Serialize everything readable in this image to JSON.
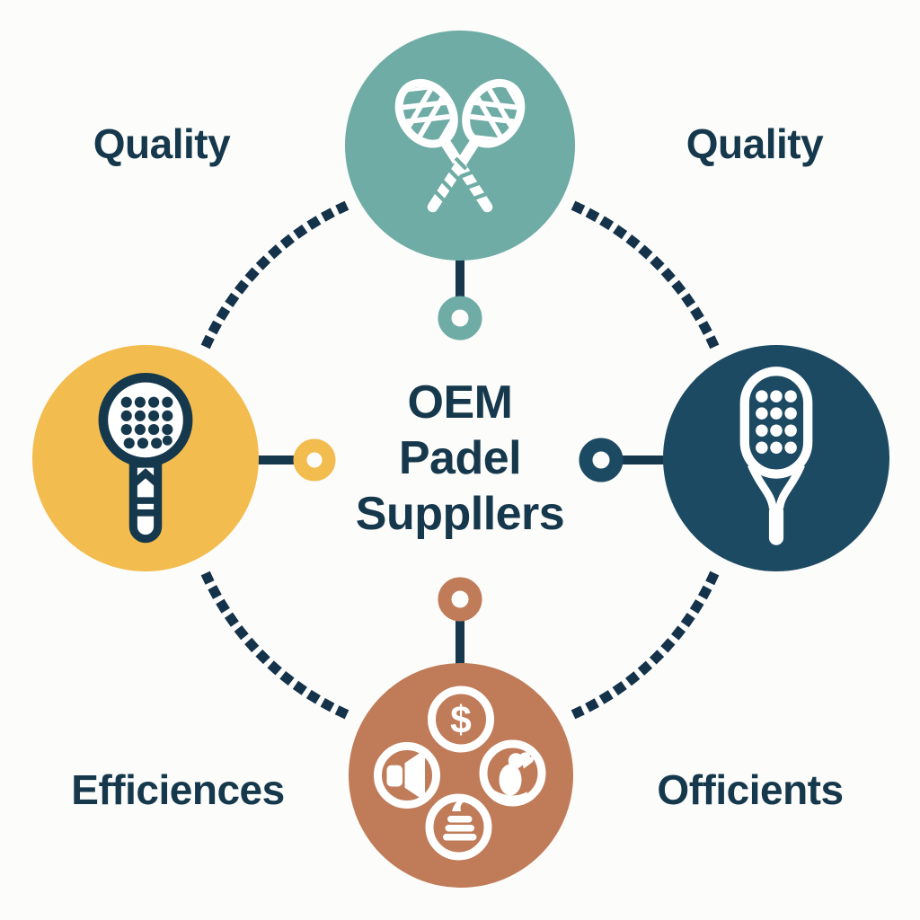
{
  "palette": {
    "teal": "#6FACA5",
    "yellow": "#F3BC4F",
    "navy": "#1D4A63",
    "terracotta": "#C07B59",
    "ink": "#16384C",
    "bg": "#FCFCFA"
  },
  "center": {
    "line1": "OEM",
    "line2": "Padel",
    "line3": "Suppllers"
  },
  "labels": {
    "top_left": "Quality",
    "top_right": "Quality",
    "bottom_left": "Efficiences",
    "bottom_right": "Officients"
  },
  "nodes": {
    "top": {
      "name": "crossed-rackets-node",
      "color": "#6FACA5"
    },
    "left": {
      "name": "padel-racket-outline-node",
      "color": "#F3BC4F"
    },
    "right": {
      "name": "padel-racket-solid-node",
      "color": "#1D4A63"
    },
    "bottom": {
      "name": "feature-cluster-node",
      "color": "#C07B59",
      "sub_icons": [
        {
          "name": "dollar-icon",
          "glyph": "$"
        },
        {
          "name": "speaker-icon"
        },
        {
          "name": "figure-icon"
        },
        {
          "name": "stack-icon"
        }
      ]
    }
  }
}
